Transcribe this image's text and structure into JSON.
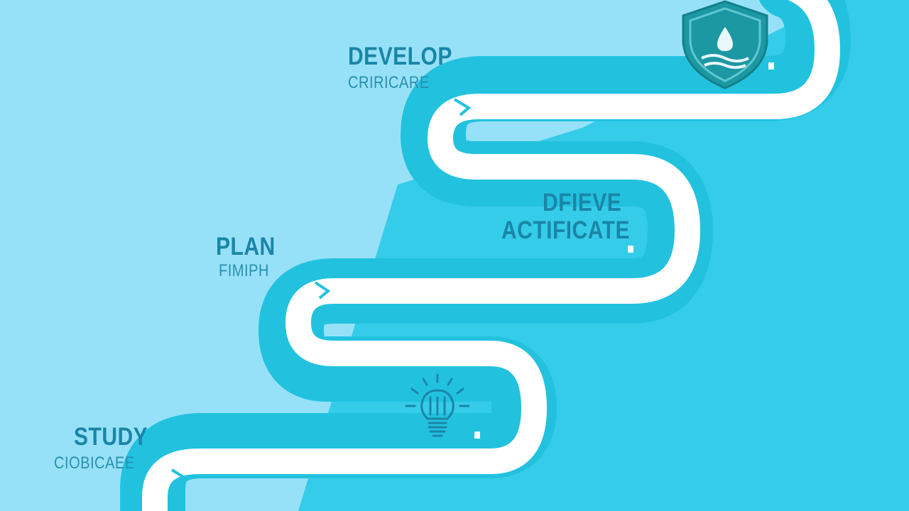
{
  "steps": [
    {
      "id": "study",
      "title": "STUDY",
      "subtitle": "CIOBICAEE"
    },
    {
      "id": "plan",
      "title": "PLAN",
      "subtitle": "FIMIPH"
    },
    {
      "id": "achieve",
      "title": "DFIEVE",
      "subtitle": "ACTIFICATE"
    },
    {
      "id": "develop",
      "title": "DEVELOP",
      "subtitle": "CRIRICARE"
    }
  ],
  "icons": {
    "bulb": "lightbulb-icon",
    "shield": "shield-water-drop-icon"
  },
  "colors": {
    "background_light": "#97e1f8",
    "background_dark": "#35cce9",
    "path_outer": "#22c2df",
    "path_inner": "#ffffff",
    "text": "#1a86a8",
    "shield": "#1c98a3"
  }
}
